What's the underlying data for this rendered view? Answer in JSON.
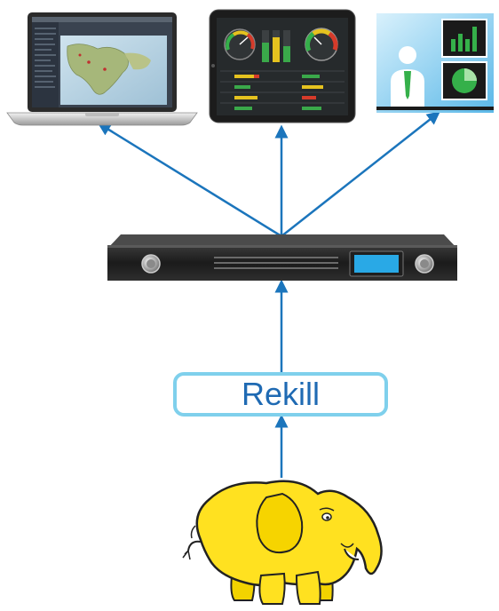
{
  "diagram": {
    "middleware_label": "Rekill",
    "nodes": [
      {
        "id": "laptop",
        "kind": "laptop-dashboard-icon"
      },
      {
        "id": "tablet",
        "kind": "tablet-dashboard-icon"
      },
      {
        "id": "business-user",
        "kind": "business-user-charts-icon"
      },
      {
        "id": "server",
        "kind": "rack-server-icon"
      },
      {
        "id": "middleware",
        "kind": "labeled-box"
      },
      {
        "id": "hadoop",
        "kind": "hadoop-elephant-icon"
      }
    ],
    "edges": [
      {
        "from": "hadoop",
        "to": "middleware"
      },
      {
        "from": "middleware",
        "to": "server"
      },
      {
        "from": "server",
        "to": "laptop"
      },
      {
        "from": "server",
        "to": "tablet"
      },
      {
        "from": "server",
        "to": "business-user"
      }
    ]
  },
  "colors": {
    "arrow": "#1b75bc",
    "box_border": "#7fd0ec",
    "label_text": "#1f6ab3",
    "server_display": "#29a9e6",
    "elephant_body": "#ffe120"
  }
}
